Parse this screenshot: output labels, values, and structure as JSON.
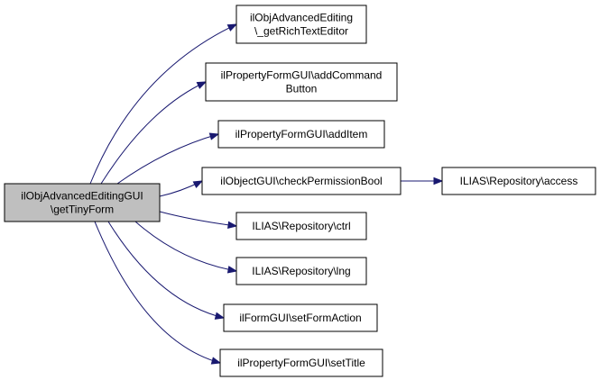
{
  "root": {
    "lines": [
      "ilObjAdvancedEditingGUI",
      "\\getTinyForm"
    ]
  },
  "callees": [
    {
      "lines": [
        "ilObjAdvancedEditing",
        "\\_getRichTextEditor"
      ]
    },
    {
      "lines": [
        "ilPropertyFormGUI\\addCommand",
        "Button"
      ]
    },
    {
      "lines": [
        "ilPropertyFormGUI\\addItem"
      ]
    },
    {
      "lines": [
        "ilObjectGUI\\checkPermissionBool"
      ]
    },
    {
      "lines": [
        "ILIAS\\Repository\\ctrl"
      ]
    },
    {
      "lines": [
        "ILIAS\\Repository\\lng"
      ]
    },
    {
      "lines": [
        "ilFormGUI\\setFormAction"
      ]
    },
    {
      "lines": [
        "ilPropertyFormGUI\\setTitle"
      ]
    }
  ],
  "second_level": [
    {
      "lines": [
        "ILIAS\\Repository\\access"
      ],
      "called_by": 3
    }
  ],
  "colors": {
    "edge": "#191970",
    "root_fill": "#bfbfbf",
    "node_fill": "#ffffff",
    "node_border": "#000000"
  }
}
